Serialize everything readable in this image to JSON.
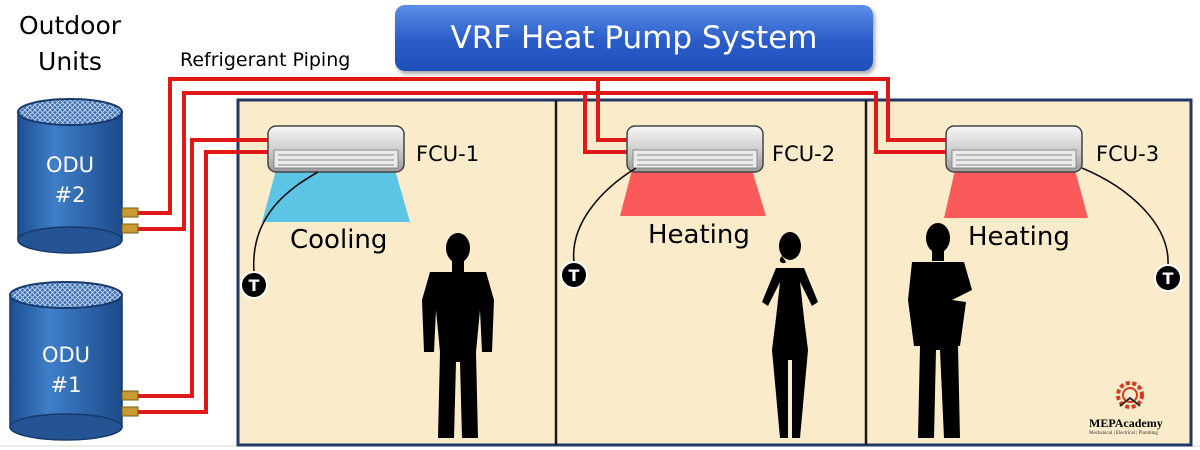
{
  "title": "VRF Heat Pump System",
  "outdoor_units_label": [
    "Outdoor",
    "Units"
  ],
  "piping_label": "Refrigerant Piping",
  "outdoor_units": [
    {
      "line1": "ODU",
      "line2": "#2"
    },
    {
      "line1": "ODU",
      "line2": "#1"
    }
  ],
  "indoor_units": [
    {
      "name": "FCU-1",
      "mode": "Cooling",
      "air_color": "#5cc4e4",
      "thermostat": "T"
    },
    {
      "name": "FCU-2",
      "mode": "Heating",
      "air_color": "#fa5a5a",
      "thermostat": "T"
    },
    {
      "name": "FCU-3",
      "mode": "Heating",
      "air_color": "#fa5a5a",
      "thermostat": "T"
    }
  ],
  "logo": {
    "name": "MEPAcademy",
    "tagline": "Mechanical | Electrical | Plumbing"
  },
  "colors": {
    "room": "#faeccb",
    "room_border": "#1f3868",
    "piping": "#e01818",
    "odu": "#2f6ab0",
    "banner": "#2a5cc8"
  }
}
